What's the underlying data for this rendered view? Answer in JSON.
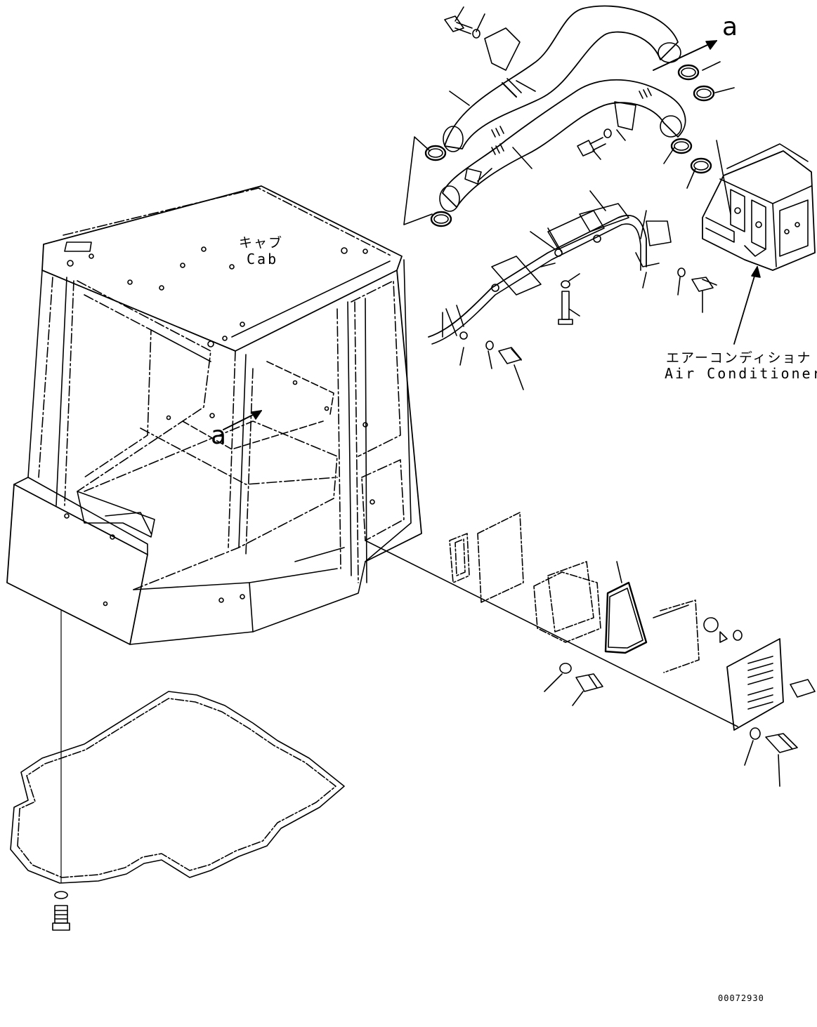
{
  "labels": {
    "cab_jp": "キャブ",
    "cab_en": "Cab",
    "ac_jp": "エアーコンディショナ",
    "ac_en": "Air Conditioner",
    "ref_a_top": "a",
    "ref_a_mid": "a",
    "drawing_no": "00072930"
  }
}
